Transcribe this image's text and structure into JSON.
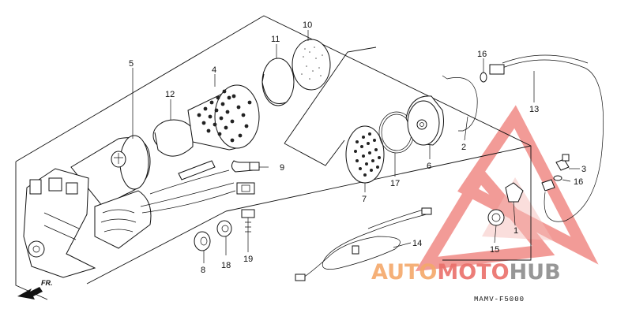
{
  "callouts": {
    "c1": "1",
    "c2": "2",
    "c3": "3",
    "c4": "4",
    "c5": "5",
    "c6": "6",
    "c7": "7",
    "c8": "8",
    "c9": "9",
    "c10": "10",
    "c11": "11",
    "c12": "12",
    "c13": "13",
    "c14": "14",
    "c15": "15",
    "c16a": "16",
    "c16b": "16",
    "c17": "17",
    "c18": "18",
    "c19": "19"
  },
  "diagram_code": "MAMV-F5000",
  "direction_label": "FR.",
  "watermark": {
    "part1": "AUTO",
    "part2": "MOTO",
    "part3": "HUB"
  },
  "colors": {
    "watermark_orange": "#f4a86a",
    "watermark_red": "#ea6f6a",
    "watermark_gray": "#8c8c8c",
    "triangle": "#f08a86",
    "line": "#111111"
  }
}
